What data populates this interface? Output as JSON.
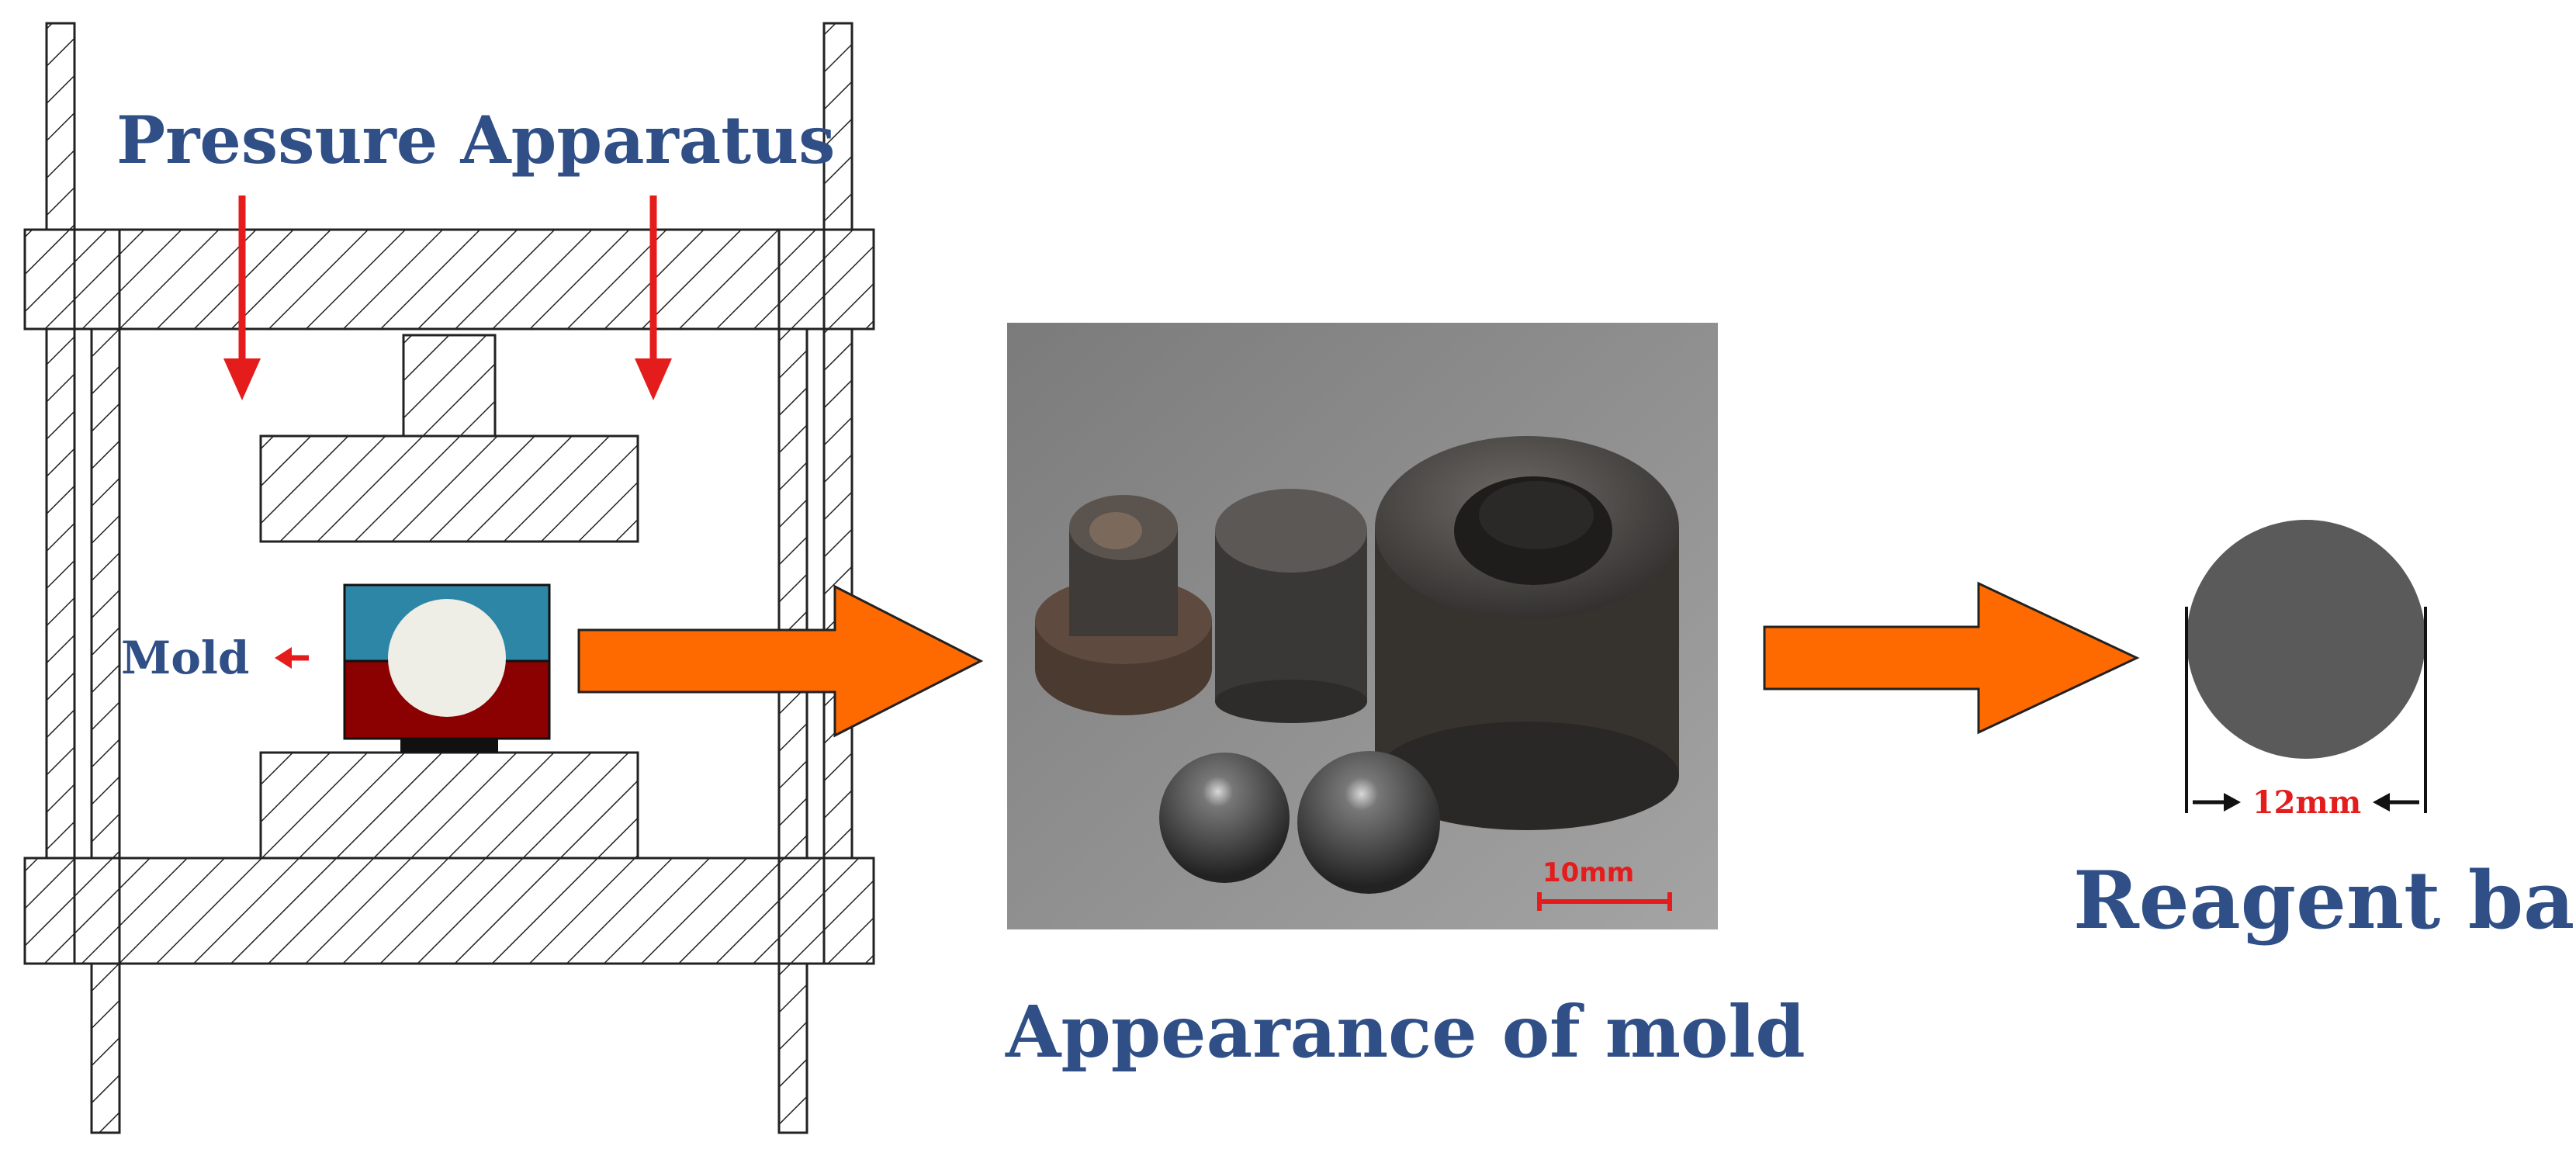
{
  "labels": {
    "pressure_apparatus": "Pressure Apparatus",
    "mold": "Mold",
    "appearance_of_mold": "Appearance of mold",
    "reagent_ball": "Reagent ball",
    "scale_bar": "10mm",
    "ball_diameter": "12mm"
  },
  "colors": {
    "title_text": "#2f4f86",
    "red_arrow": "#e51c1c",
    "orange_arrow": "#ff6a00",
    "mold_top": "#2e86a6",
    "mold_bottom": "#8b0000",
    "ball_in_mold": "#eeeee6",
    "reagent_ball": "#5a5a5a",
    "photo_background": "#8a8a8a"
  }
}
